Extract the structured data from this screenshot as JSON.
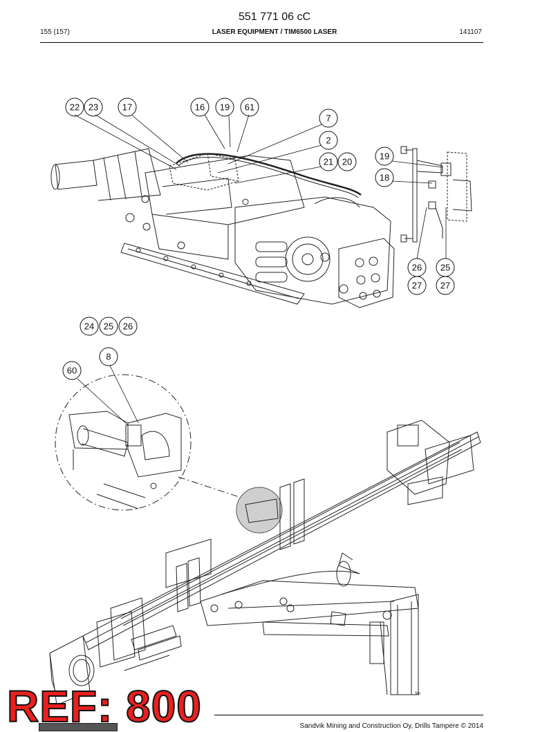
{
  "header": {
    "doc_number": "551 771 06 cC",
    "page": "155 (157)",
    "title": "LASER EQUIPMENT / TIM6500 LASER",
    "date_code": "141107"
  },
  "callouts_top": [
    {
      "label": "22"
    },
    {
      "label": "23"
    },
    {
      "label": "17"
    },
    {
      "label": "16"
    },
    {
      "label": "19"
    },
    {
      "label": "61"
    },
    {
      "label": "7"
    },
    {
      "label": "2"
    },
    {
      "label": "21"
    },
    {
      "label": "20"
    },
    {
      "label": "19"
    },
    {
      "label": "18"
    },
    {
      "label": "26"
    },
    {
      "label": "25"
    },
    {
      "label": "27"
    },
    {
      "label": "27"
    }
  ],
  "callouts_mid": [
    {
      "label": "24"
    },
    {
      "label": "25"
    },
    {
      "label": "26"
    }
  ],
  "callouts_bottom": [
    {
      "label": "8"
    },
    {
      "label": "60"
    }
  ],
  "drawing_code": "9m",
  "stamp": "REF: 800",
  "footer": {
    "copyright": "Sandvik Mining and Construction Oy, Drills Tampere © 2014"
  }
}
